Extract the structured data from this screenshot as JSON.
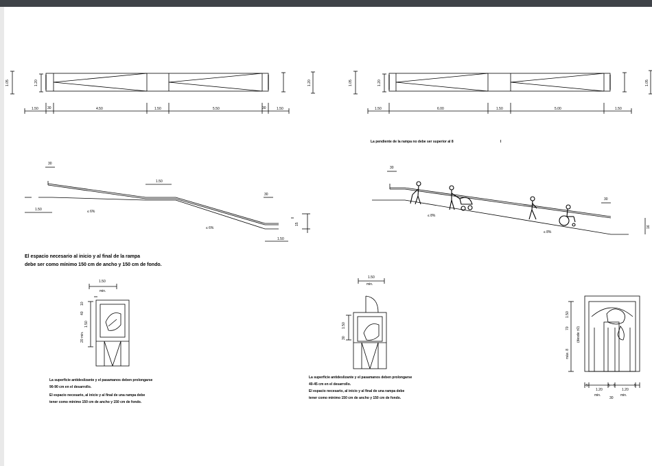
{
  "plan_left": {
    "total_width": "1.05",
    "inner_width": "1.20",
    "right_width": "1.20",
    "dims": [
      "1.50",
      "30",
      "4.50",
      "1.50",
      "5.50",
      "30",
      "1.50"
    ]
  },
  "plan_right": {
    "total_width": "1.05",
    "inner_width": "1.20",
    "right_width": "1.05",
    "dims": [
      "1.50",
      "6.00",
      "1.50",
      "5.00",
      "1.50"
    ]
  },
  "right_note": "La pendiente de la rampa no debe ser superior al 8",
  "right_note_mark": "I",
  "section_left": {
    "top_dim": "30",
    "landing_dim": "1.50",
    "slope1": "≤ 6%",
    "slope2": "≤ 6%",
    "start_dim": "1.50",
    "end_top": "30",
    "end_dim": "1.50",
    "height_dim": "15"
  },
  "section_right": {
    "top_dim": "30",
    "end_top": "30",
    "slope1": "≤ 8%",
    "slope2": "≤ 8%",
    "height_dim": "16"
  },
  "main_note": {
    "line1": "El espacio necesario al inicio y al final de la rampa",
    "line2": "debe ser como mínimo 150 cm de ancho y 150 cm de fondo."
  },
  "detail1": {
    "top_dim": "1.50",
    "top_min": "min.",
    "side_dims": [
      "10",
      "40",
      "1.50",
      "20 min."
    ],
    "note": [
      "La superficie antideslizante y el pasamanos deben prolongarse",
      "90-90 cm en el desarrollo.",
      "El espacio necesario, al inicio y al final de una rampa debe",
      "tener como mínimo 150 cm de ancho y 150 cm de fondo."
    ]
  },
  "detail2": {
    "top_dim": "1.50",
    "top_min": "min.",
    "side_dims": [
      "1.50",
      "30"
    ],
    "note": [
      "La superficie antideslizante y el pasamanos deben prolongarse",
      "40-45 cm en el desarrollo.",
      "El espacio necesario, al inicio y al final de una rampa debe",
      "tener como mínimo 150 cm de ancho y 150 cm de fondo."
    ]
  },
  "detail3": {
    "side_dims": [
      "1.50",
      "70",
      "(desde ±0)",
      "máx. 8"
    ],
    "bottom_dims": [
      "5",
      "1.20",
      "5",
      "5",
      "1.20",
      "5"
    ],
    "bottom_labels": [
      "min.",
      "30",
      "min."
    ]
  }
}
